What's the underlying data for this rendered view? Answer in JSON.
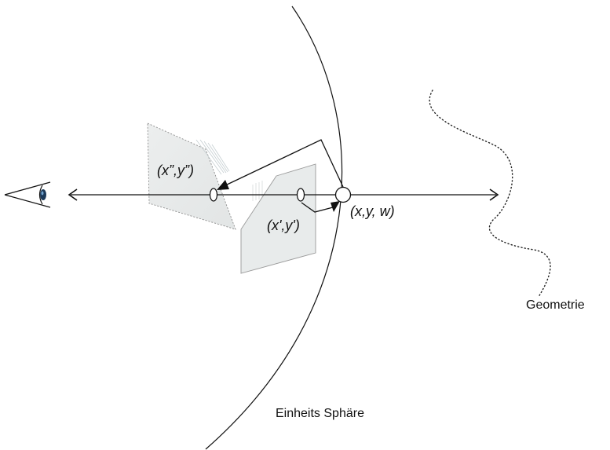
{
  "labels": {
    "point_double_prime": "(x”,y”)",
    "point_prime": "(x',y')",
    "point_homogeneous": "(x,y, w)",
    "geometry": "Geometrie",
    "unit_sphere": "Einheits Sphäre"
  },
  "colors": {
    "stroke": "#111111",
    "plane_fill": "#e9ecec",
    "plane_stroke": "#9a9a9a",
    "background": "#ffffff"
  },
  "icons": {
    "viewer": "eye-icon"
  }
}
